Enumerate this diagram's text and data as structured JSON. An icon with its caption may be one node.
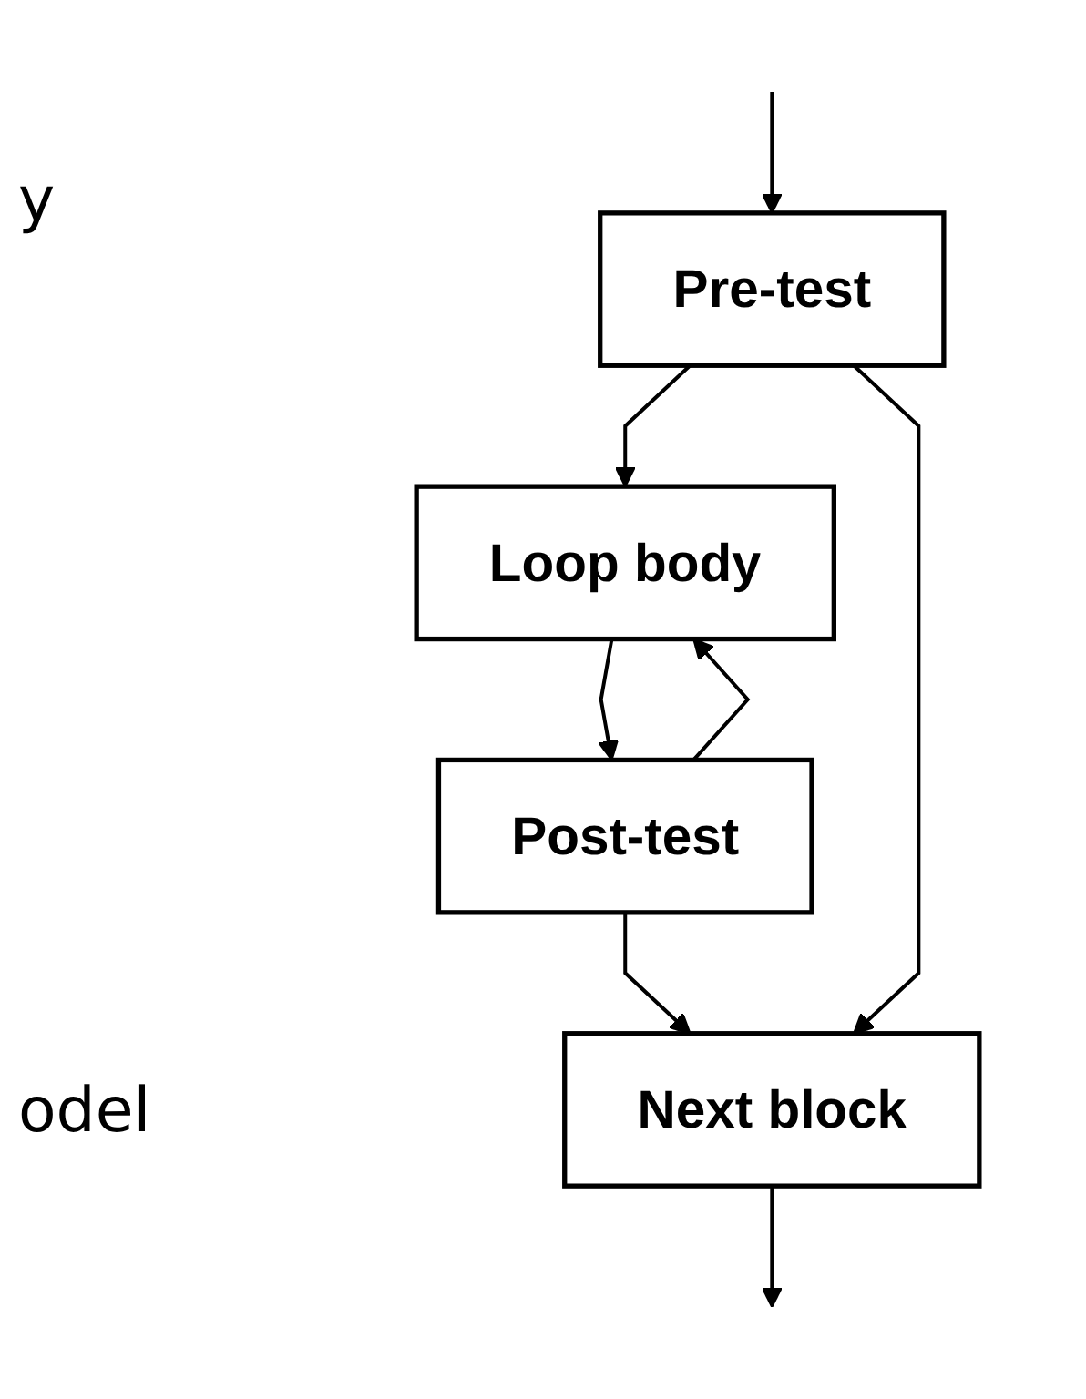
{
  "diagram": {
    "nodes": [
      {
        "text": [
          "Pre-test"
        ]
      },
      {
        "text": [
          "Loop body"
        ]
      },
      {
        "text": [
          "Post-test"
        ]
      },
      {
        "text": [
          "Next block"
        ]
      }
    ],
    "edges": [
      {
        "from": null,
        "to": 0,
        "arrow": "to"
      },
      {
        "from": 0,
        "to": 1,
        "arrow": "to"
      },
      {
        "from": 1,
        "to": 2,
        "arrow": "to"
      },
      {
        "from": 2,
        "to": 1,
        "arrow": "to"
      },
      {
        "from": 2,
        "to": 3,
        "arrow": "to"
      },
      {
        "from": 0,
        "to": 3,
        "arrow": "to"
      },
      {
        "from": 3,
        "to": null,
        "arrow": "to"
      }
    ],
    "labels": [
      "y",
      "odel"
    ]
  }
}
